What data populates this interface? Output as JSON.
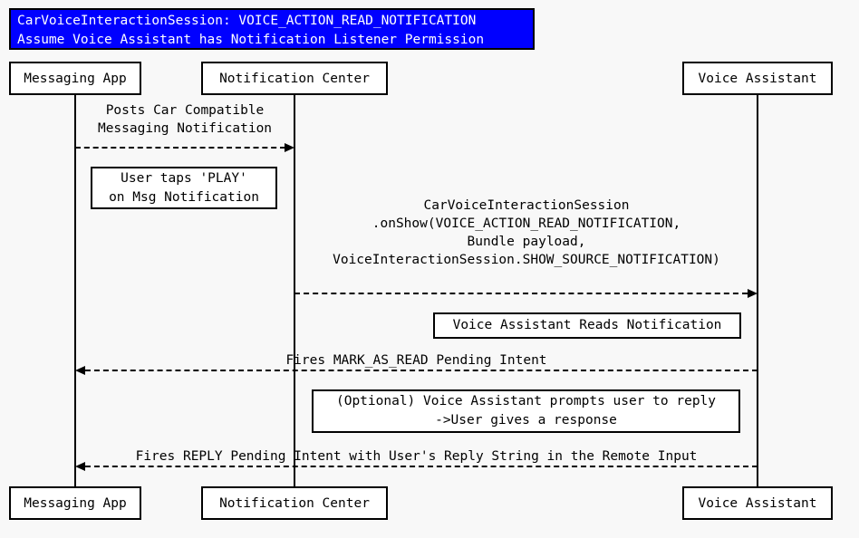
{
  "diagram": {
    "title_banner": {
      "line1": "CarVoiceInteractionSession: VOICE_ACTION_READ_NOTIFICATION",
      "line2": "Assume Voice Assistant has Notification Listener Permission",
      "background_color": "#0000ff",
      "text_color": "#ffffff"
    },
    "participants": [
      {
        "id": "messaging-app",
        "label": "Messaging App"
      },
      {
        "id": "notification-center",
        "label": "Notification Center"
      },
      {
        "id": "voice-assistant",
        "label": "Voice Assistant"
      }
    ],
    "messages": [
      {
        "id": "posts-notification",
        "from": "messaging-app",
        "to": "notification-center",
        "direction": "right",
        "style": "dashed",
        "label_line1": "Posts Car Compatible",
        "label_line2": "Messaging Notification"
      },
      {
        "id": "on-show",
        "from": "notification-center",
        "to": "voice-assistant",
        "direction": "right",
        "style": "dashed",
        "label_line1": "CarVoiceInteractionSession",
        "label_line2": ".onShow(VOICE_ACTION_READ_NOTIFICATION,",
        "label_line3": "Bundle payload,",
        "label_line4": "VoiceInteractionSession.SHOW_SOURCE_NOTIFICATION)"
      },
      {
        "id": "mark-as-read",
        "from": "voice-assistant",
        "to": "messaging-app",
        "direction": "left",
        "style": "dashed",
        "label_line1": "Fires MARK_AS_READ Pending Intent"
      },
      {
        "id": "reply-pending-intent",
        "from": "voice-assistant",
        "to": "messaging-app",
        "direction": "left",
        "style": "dashed",
        "label_line1": "Fires REPLY Pending Intent with User's Reply String in the Remote Input"
      }
    ],
    "notes": [
      {
        "id": "user-taps-play",
        "line1": "User taps 'PLAY'",
        "line2": "on Msg Notification"
      },
      {
        "id": "assistant-reads",
        "line1": "Voice Assistant Reads Notification"
      },
      {
        "id": "optional-reply-prompt",
        "line1": "(Optional) Voice Assistant prompts user to reply",
        "line2": "->User gives a response"
      }
    ]
  }
}
